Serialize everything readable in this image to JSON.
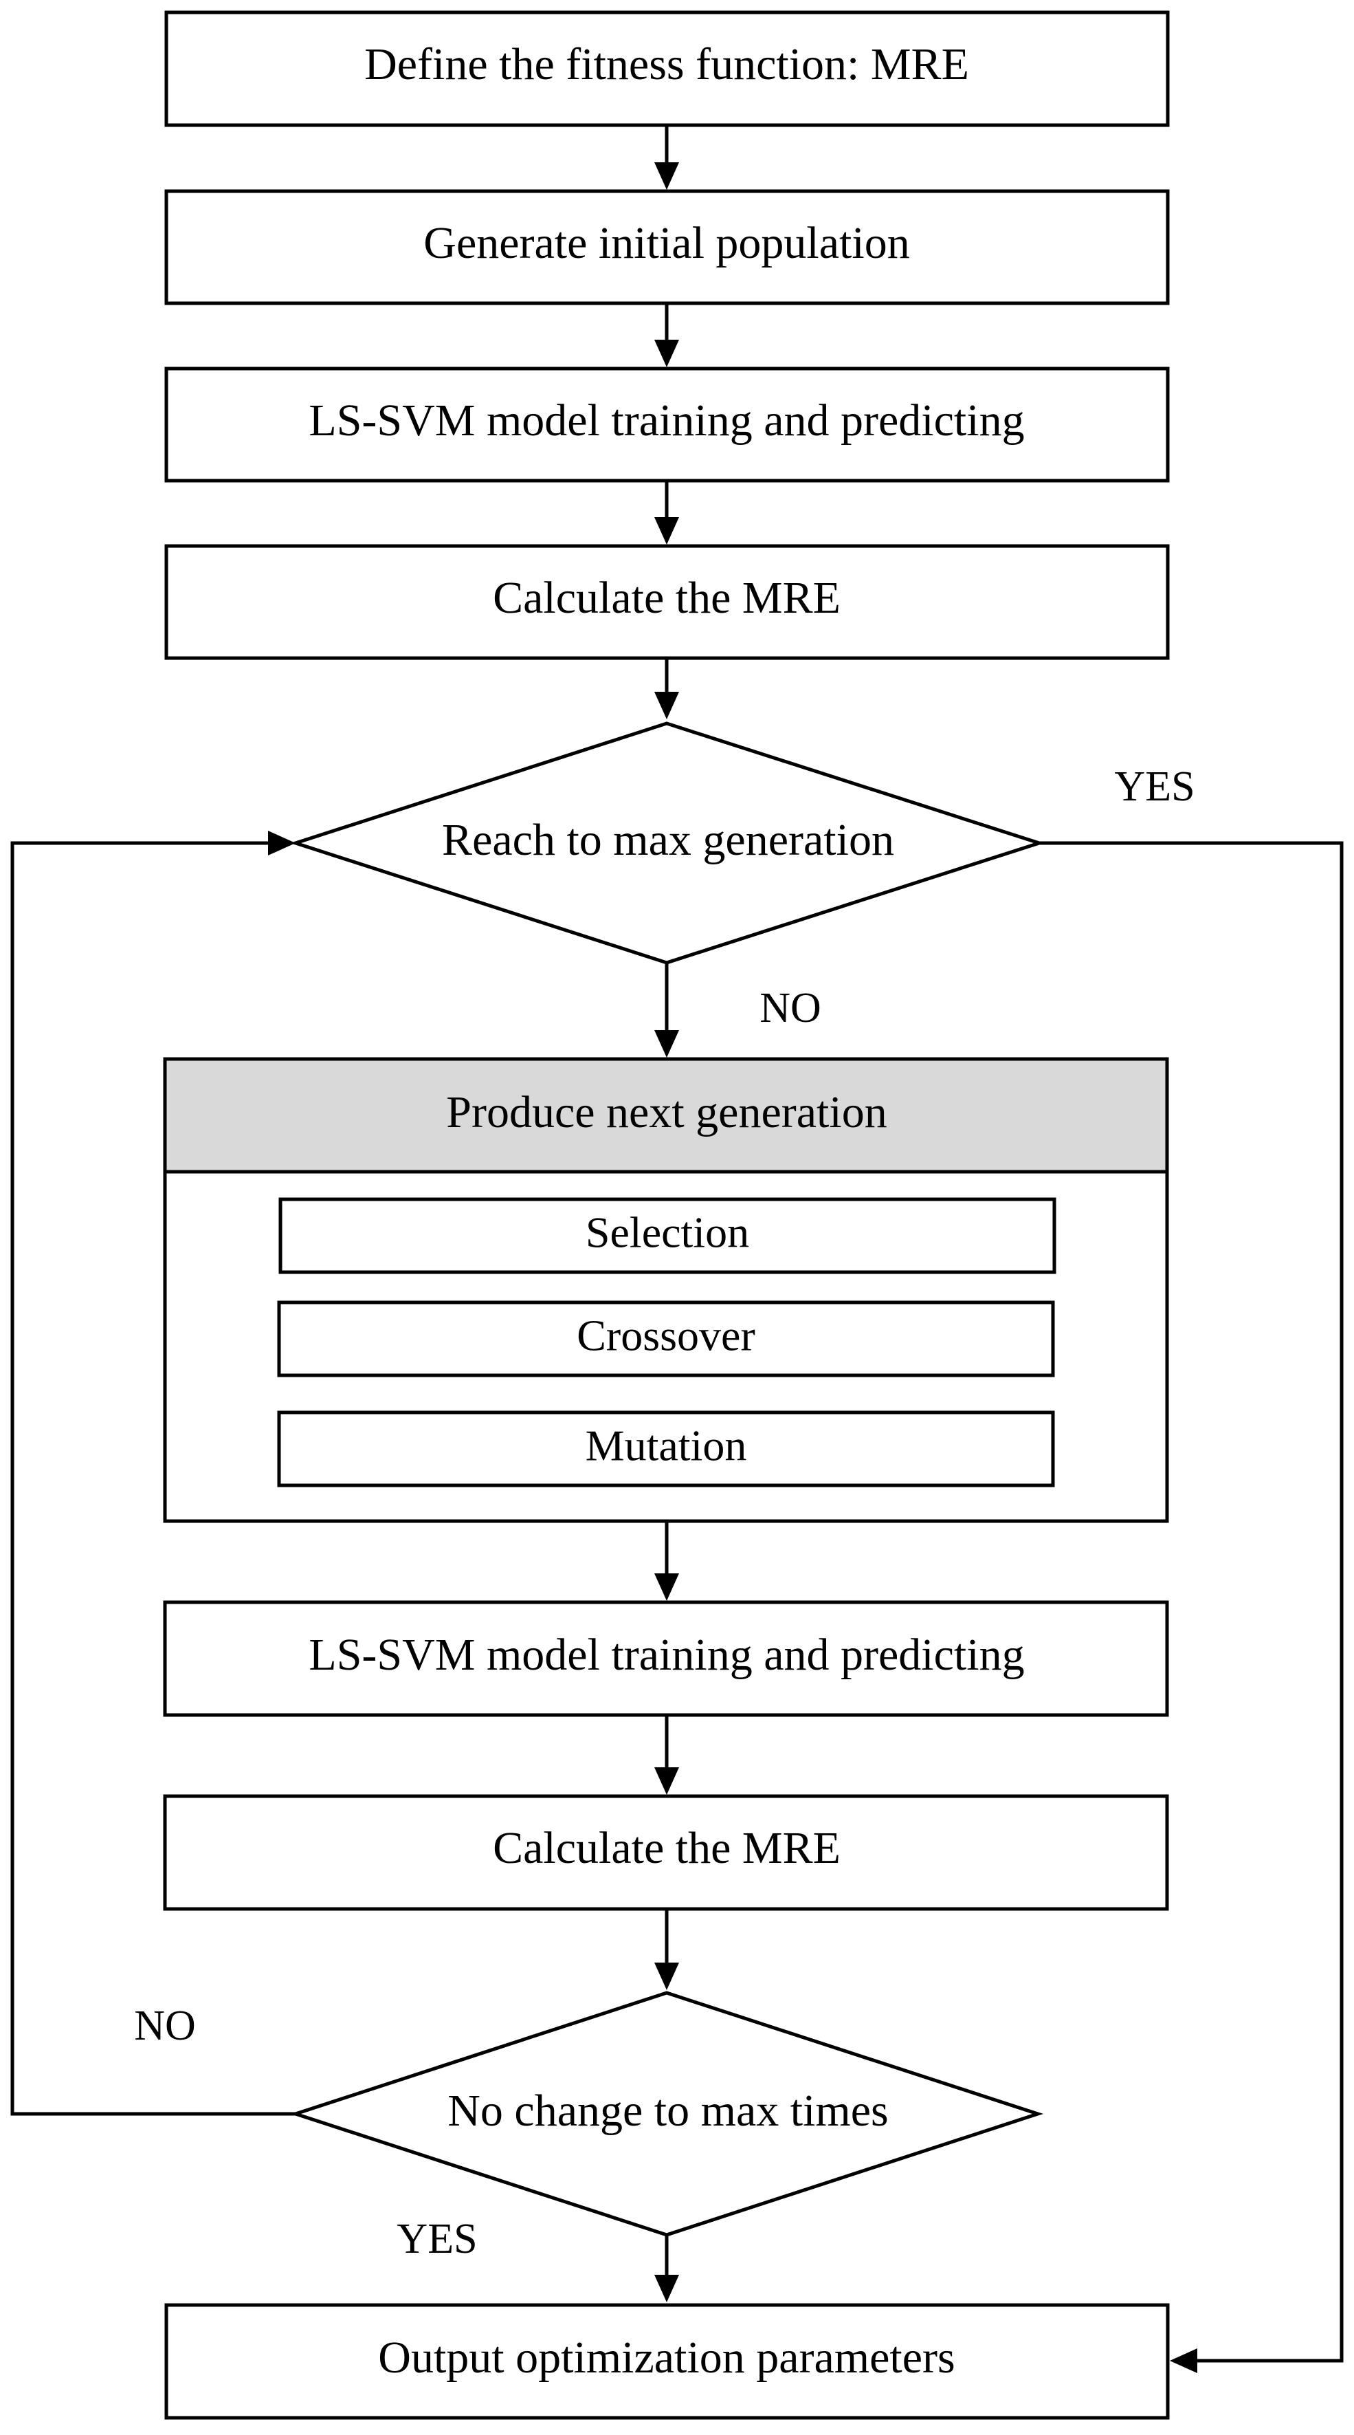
{
  "flowchart": {
    "steps": {
      "define_fitness": "Define the fitness function: MRE",
      "generate_population": "Generate initial population",
      "train_predict_1": "LS-SVM model training and predicting",
      "calc_mre_1": "Calculate the MRE",
      "produce_next": "Produce next generation",
      "selection": "Selection",
      "crossover": "Crossover",
      "mutation": "Mutation",
      "train_predict_2": "LS-SVM model training and predicting",
      "calc_mre_2": "Calculate the MRE",
      "output_params": "Output optimization parameters"
    },
    "decisions": {
      "max_generation": "Reach to max generation",
      "no_change": "No change to max times"
    },
    "edge_labels": {
      "max_generation_yes": "YES",
      "max_generation_no": "NO",
      "no_change_no": "NO",
      "no_change_yes": "YES"
    }
  }
}
